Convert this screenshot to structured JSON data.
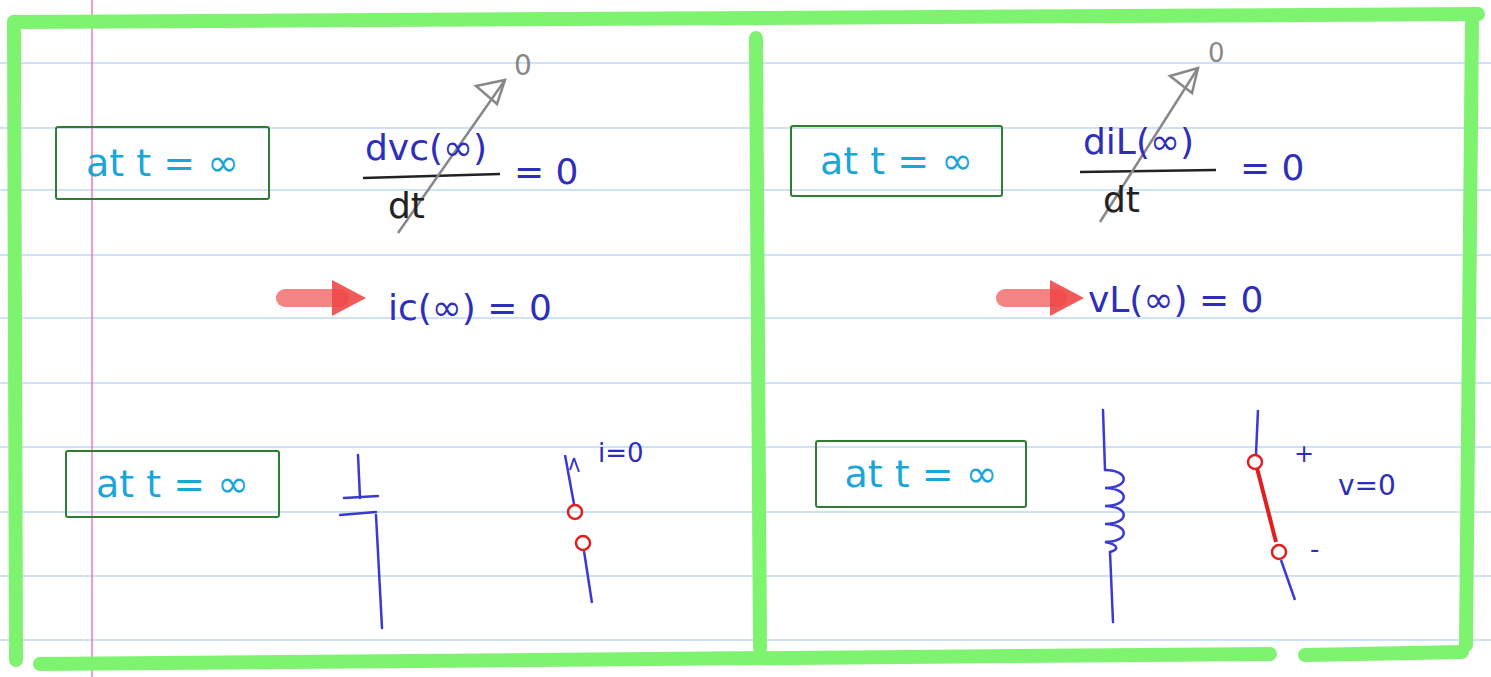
{
  "diagram": {
    "nodes": [
      {
        "text": [
          "at t = ∞"
        ]
      },
      {
        "text": [
          "at t = ∞"
        ]
      },
      {
        "text": [
          "at t = ∞"
        ]
      },
      {
        "text": [
          "at t = ∞"
        ]
      }
    ],
    "labels": [
      "dvc(∞)",
      "dt",
      "= 0",
      "0",
      "ic(∞) = 0",
      "i=0",
      "diL(∞)",
      "dt",
      "= 0",
      "0",
      "vL(∞) = 0",
      "+",
      "v=0",
      "-"
    ]
  }
}
